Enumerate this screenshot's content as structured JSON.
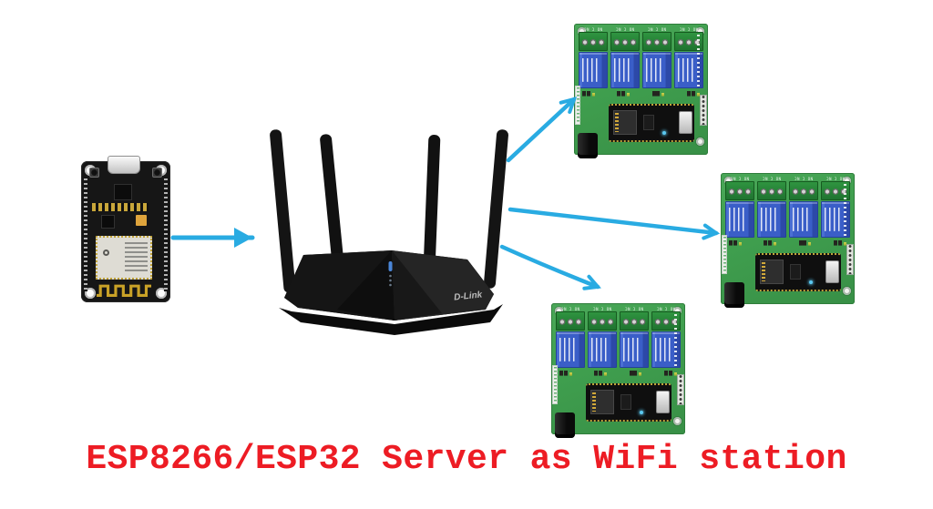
{
  "caption": {
    "text": "ESP8266/ESP32 Server as WiFi station",
    "color": "#ed1c24"
  },
  "nodemcu": {
    "name": "NodeMCU ESP8266 dev board"
  },
  "router": {
    "name": "WiFi router",
    "logo": "D-Link"
  },
  "relay_board": {
    "name": "ESP8266 4-channel relay board",
    "count": 3,
    "channels": 4,
    "terminal_label": "NO C NC"
  },
  "connections": [
    {
      "from": "nodemcu-board",
      "to": "wifi-router",
      "head": "solid"
    },
    {
      "from": "wifi-router",
      "to": "relay-board-1",
      "head": "open"
    },
    {
      "from": "wifi-router",
      "to": "relay-board-2",
      "head": "open"
    },
    {
      "from": "wifi-router",
      "to": "relay-board-3",
      "head": "open"
    }
  ],
  "colors": {
    "background": "#ffffff",
    "arrow_blue": "#29abe2",
    "caption_red": "#ed1c24",
    "pcb_green": "#3f9e4e",
    "relay_blue": "#3a5ec8"
  }
}
